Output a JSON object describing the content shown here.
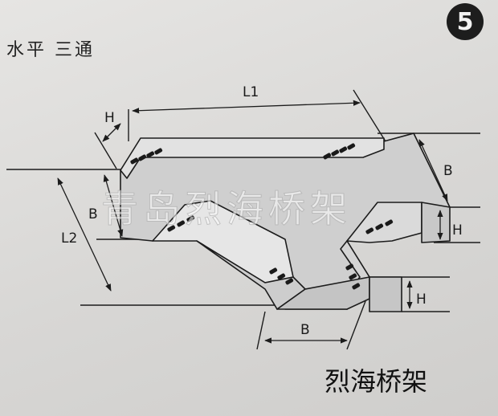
{
  "header": {
    "title": "水平 三通",
    "badge_number": "5"
  },
  "diagram": {
    "labels": {
      "L1": "L1",
      "L2": "L2",
      "H_top": "H",
      "B_right": "B",
      "H_right": "H",
      "B_left": "B",
      "H_bottom_right": "H",
      "B_bottom": "B"
    }
  },
  "watermark": "青岛烈海桥架",
  "caption": "烈海桥架",
  "colors": {
    "tray_face": "#c9c9c9",
    "tray_top": "#e4e4e4",
    "line": "#1c1c1c",
    "slot": "#1a1a1a"
  }
}
